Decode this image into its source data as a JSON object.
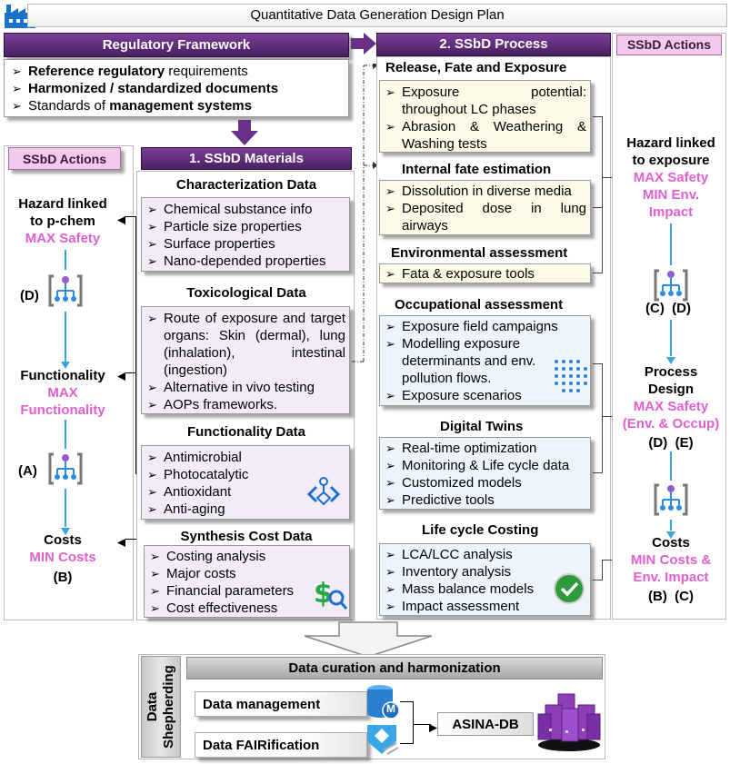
{
  "title": "Quantitative Data Generation Design Plan",
  "regulatory": {
    "header": "Regulatory Framework",
    "items": [
      {
        "bold": "Reference regulatory",
        "rest": " requirements"
      },
      {
        "bold": "Harmonized / standardized documents",
        "rest": ""
      },
      {
        "pre": "Standards of ",
        "bold": "management systems"
      }
    ]
  },
  "materials": {
    "header": "1. SSbD Materials",
    "characterization": {
      "title": "Characterization Data",
      "items": [
        "Chemical substance info",
        "Particle size properties",
        "Surface properties",
        "Nano-depended properties"
      ]
    },
    "toxicological": {
      "title": "Toxicological Data",
      "items": [
        "Route of exposure and target organs: Skin (dermal), lung (inhalation), intestinal (ingestion)",
        "Alternative in vivo testing",
        "AOPs frameworks."
      ]
    },
    "functionality": {
      "title": "Functionality Data",
      "items": [
        "Antimicrobial",
        "Photocatalytic",
        "Antioxidant",
        "Anti-aging"
      ]
    },
    "synthesis": {
      "title": "Synthesis Cost Data",
      "items": [
        "Costing analysis",
        "Major costs",
        "Financial parameters",
        "Cost effectiveness"
      ]
    }
  },
  "process": {
    "header": "2. SSbD Process",
    "release": {
      "title": "Release, Fate and Exposure",
      "items": [
        "Exposure potential: throughout LC phases",
        "Abrasion & Weathering & Washing tests"
      ]
    },
    "internal": {
      "title": "Internal fate estimation",
      "items": [
        "Dissolution in diverse media",
        "Deposited dose in lung airways"
      ]
    },
    "environmental": {
      "title": "Environmental assessment",
      "items": [
        "Fata & exposure tools"
      ]
    },
    "occupational": {
      "title": "Occupational assessment",
      "items": [
        "Exposure field campaigns",
        "Modelling exposure determinants and env. pollution flows.",
        "Exposure scenarios"
      ]
    },
    "digital": {
      "title": "Digital Twins",
      "items": [
        "Real-time optimization",
        "Monitoring & Life cycle data",
        "Customized models",
        "Predictive tools"
      ]
    },
    "lcc": {
      "title": "Life cycle Costing",
      "items": [
        "LCA/LCC analysis",
        "Inventory analysis",
        "Mass balance models",
        "Impact assessment"
      ]
    }
  },
  "left_actions": {
    "header": "SSbD Actions",
    "hazard": {
      "line1": "Hazard linked",
      "line2": "to p-chem",
      "target": "MAX Safety"
    },
    "functionality": {
      "line1": "Functionality",
      "target1": "MAX",
      "target2": "Functionality"
    },
    "costs": {
      "line1": "Costs",
      "target": "MIN Costs",
      "label": "(B)"
    },
    "label_d": "(D)",
    "label_a": "(A)"
  },
  "right_actions": {
    "header": "SSbD Actions",
    "hazard": {
      "line1": "Hazard linked",
      "line2": "to exposure",
      "target1": "MAX Safety",
      "target2": "MIN Env.",
      "target3": "Impact"
    },
    "label_cd": "(C)  (D)",
    "process": {
      "line1": "Process",
      "line2": "Design",
      "target1": "MAX Safety",
      "target2": "(Env. & Occup)",
      "label": "(D)  (E)"
    },
    "costs": {
      "line1": "Costs",
      "target1": "MIN Costs &",
      "target2": "Env. Impact",
      "label": "(B)  (C)"
    }
  },
  "bottom": {
    "side_label1": "Data",
    "side_label2": "Shepherding",
    "header": "Data curation and harmonization",
    "management": "Data management",
    "fairification": "Data FAIRification",
    "db": "ASINA-DB",
    "m_badge": "M"
  },
  "colors": {
    "purple": "#5b2a78",
    "pink": "#e060d0",
    "pink_bg": "#f4c9ee",
    "blue_line": "#3aa0e0"
  }
}
